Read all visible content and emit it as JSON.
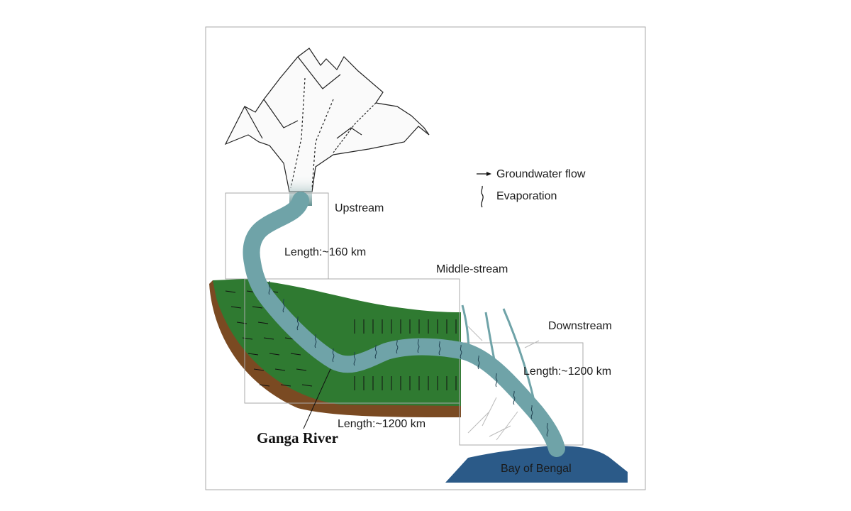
{
  "legend": {
    "groundwater_flow": "Groundwater flow",
    "evaporation": "Evaporation"
  },
  "sections": {
    "upstream": {
      "title": "Upstream",
      "length": "Length:~160 km"
    },
    "middle": {
      "title": "Middle-stream",
      "length": "Length:~1200 km"
    },
    "downstream": {
      "title": "Downstream",
      "length": "Length:~1200 km"
    }
  },
  "river_label": "Ganga River",
  "sea_label": "Bay of Bengal",
  "colors": {
    "river": "#6fa3a8",
    "river_dark": "#4f8c92",
    "plain": "#2f7a31",
    "soil": "#7a4a22",
    "sea": "#2b5a88",
    "frame": "#999999"
  }
}
